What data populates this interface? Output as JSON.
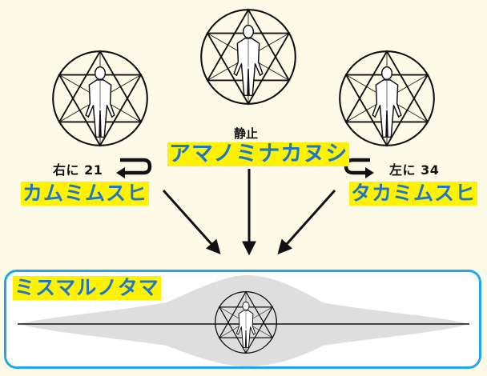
{
  "top": {
    "still_label": "静止",
    "center_name": "アマノミナカヌシ"
  },
  "left": {
    "rotation_label": "右に 21",
    "name": "カムミムスヒ"
  },
  "right": {
    "rotation_label": "左に 34",
    "name": "タカミムスヒ"
  },
  "bottom": {
    "name": "ミスマルノタマ"
  },
  "colors": {
    "background": "#fdfbe8",
    "highlight": "#fff200",
    "text_blue": "#1e76c8",
    "frame_blue": "#1fa6ec"
  },
  "icons": [
    "merkaba-figure",
    "rotation-arrow-clockwise",
    "rotation-arrow-counterclockwise",
    "convergence-arrow"
  ]
}
